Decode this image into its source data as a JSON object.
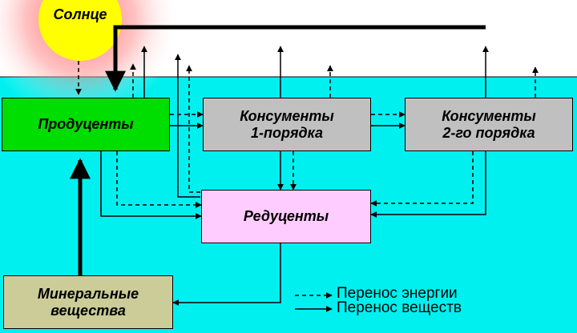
{
  "colors": {
    "water": "#00f0f0",
    "sky": "#ffffff",
    "sun": "#ffff00",
    "producers": "#00dd00",
    "consumers": "#c0c0c0",
    "decomposers": "#ffccff",
    "minerals": "#cccc99"
  },
  "sun": {
    "label": "Солнце"
  },
  "nodes": {
    "producers": {
      "label": "Продуценты"
    },
    "consumers1": {
      "line1": "Консументы",
      "line2": "1-порядка"
    },
    "consumers2": {
      "line1": "Консументы",
      "line2": "2-го порядка"
    },
    "decomposers": {
      "label": "Редуценты"
    },
    "minerals": {
      "line1": "Минеральные",
      "line2": "вещества"
    }
  },
  "legend": {
    "energy": "Перенос энергии",
    "matter": "Перенос веществ"
  }
}
